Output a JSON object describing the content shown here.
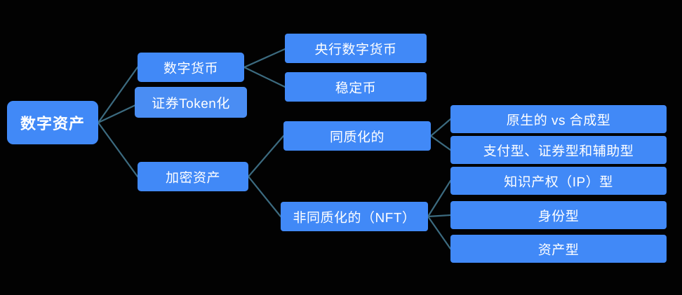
{
  "diagram": {
    "type": "mind-map",
    "title": "数字资产",
    "background_color": "#020202",
    "node_color": "#4189f7",
    "node_text_color": "#ffffff",
    "edge_color": "#3c6b80",
    "root": {
      "label": "数字资产"
    },
    "level2": [
      {
        "label": "数字货币"
      },
      {
        "label": "证券Token化"
      },
      {
        "label": "加密资产"
      }
    ],
    "level3": [
      {
        "label": "央行数字货币"
      },
      {
        "label": "稳定币"
      },
      {
        "label": "同质化的"
      },
      {
        "label": "非同质化的（NFT）"
      }
    ],
    "leaves": [
      {
        "label": "原生的 vs 合成型"
      },
      {
        "label": "支付型、证券型和辅助型"
      },
      {
        "label": "知识产权（IP）型"
      },
      {
        "label": "身份型"
      },
      {
        "label": "资产型"
      }
    ]
  }
}
